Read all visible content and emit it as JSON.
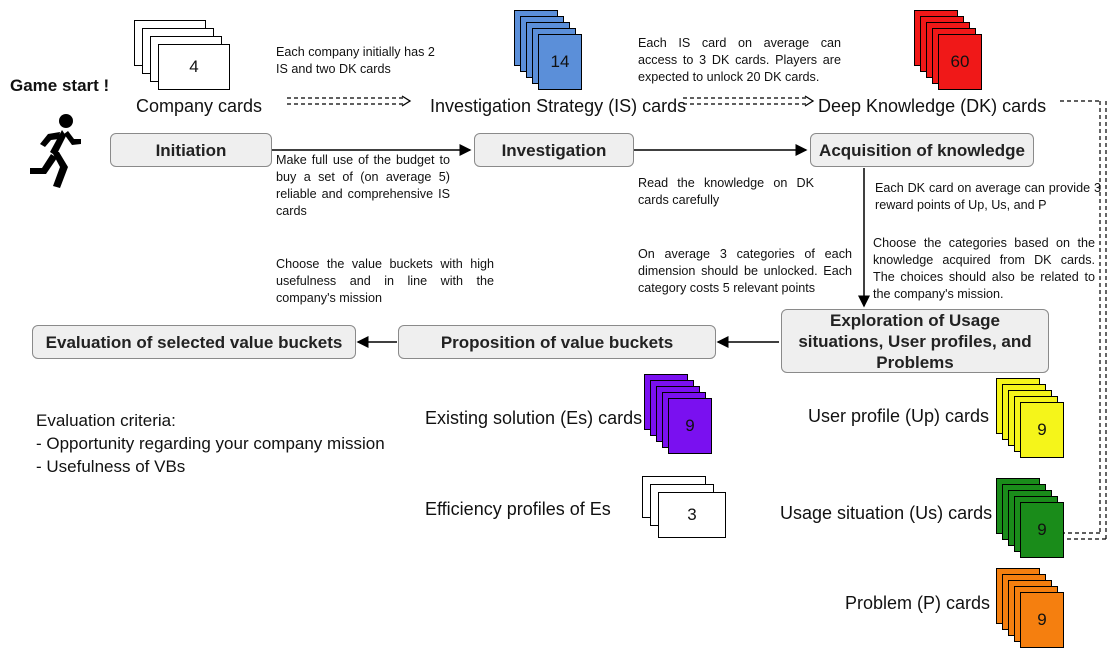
{
  "start_label": "Game start !",
  "runner_icon": "running-person-icon",
  "decks": {
    "company": {
      "label": "Company cards",
      "count": "4",
      "color": "#ffffff"
    },
    "is": {
      "label": "Investigation Strategy (IS) cards",
      "count": "14",
      "color": "#5b8fd9"
    },
    "dk": {
      "label": "Deep Knowledge (DK) cards",
      "count": "60",
      "color": "#f01818"
    },
    "es": {
      "label": "Existing solution (Es) cards",
      "count": "9",
      "color": "#7a10f0"
    },
    "eff": {
      "label": "Efficiency profiles of Es",
      "count": "3",
      "color": "#ffffff"
    },
    "up": {
      "label": "User profile (Up) cards",
      "count": "9",
      "color": "#f5f51a"
    },
    "us": {
      "label": "Usage situation (Us) cards",
      "count": "9",
      "color": "#1a8c1a"
    },
    "p": {
      "label": "Problem (P) cards",
      "count": "9",
      "color": "#f57f0f"
    }
  },
  "steps": {
    "initiation": "Initiation",
    "investigation": "Investigation",
    "acquisition": "Acquisition of knowledge",
    "exploration": "Exploration of Usage situations, User profiles, and Problems",
    "proposition": "Proposition of value buckets",
    "evaluation": "Evaluation of  selected value buckets"
  },
  "notes": {
    "company_initial": "Each company initially has 2 IS and two DK cards",
    "is_access": "Each IS card on average can access to 3 DK cards. Players are expected to unlock 20 DK cards.",
    "budget": "Make full use of the budget to buy a set of (on average 5) reliable and comprehensive IS cards",
    "read_dk": "Read the knowledge on DK cards carefully",
    "dk_reward": "Each DK card on average can provide 3 reward points of Up, Us, and P",
    "value_buckets": "Choose the value buckets with high usefulness and in line with the company's mission",
    "categories_unlock": "On average 3 categories of each dimension should be unlocked. Each category costs 5 relevant points",
    "choose_categories": "Choose the categories based on the knowledge acquired from DK cards. The choices should also be related to the company's mission."
  },
  "evaluation_criteria": {
    "title": "Evaluation criteria:",
    "items": [
      "- Opportunity regarding your company mission",
      "- Usefulness of VBs"
    ]
  }
}
